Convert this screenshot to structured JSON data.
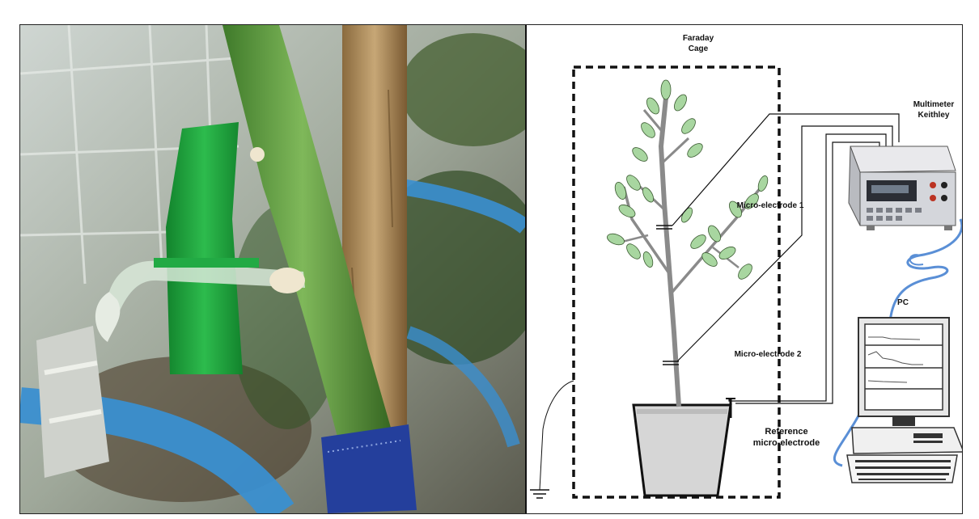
{
  "diagram": {
    "faraday_cage": "Faraday\nCage",
    "multimeter": "Multimeter\nKeithley",
    "electrode_1": "Micro-electrode 1",
    "electrode_2": "Micro-electrode 2",
    "reference_electrode": "Reference\nmicro-electrode",
    "pc": "PC"
  },
  "icons": {
    "multimeter": "multimeter-device-icon",
    "computer": "desktop-computer-icon",
    "ground": "ground-symbol-icon",
    "plant": "plant-illustration-icon"
  },
  "colors": {
    "tape_green": "#1f9a3c",
    "tape_blue": "#243f9c",
    "hose_blue": "#3a8fd0",
    "cable_blue": "#5a8fd6",
    "leaf_green": "#a8d6a0"
  }
}
